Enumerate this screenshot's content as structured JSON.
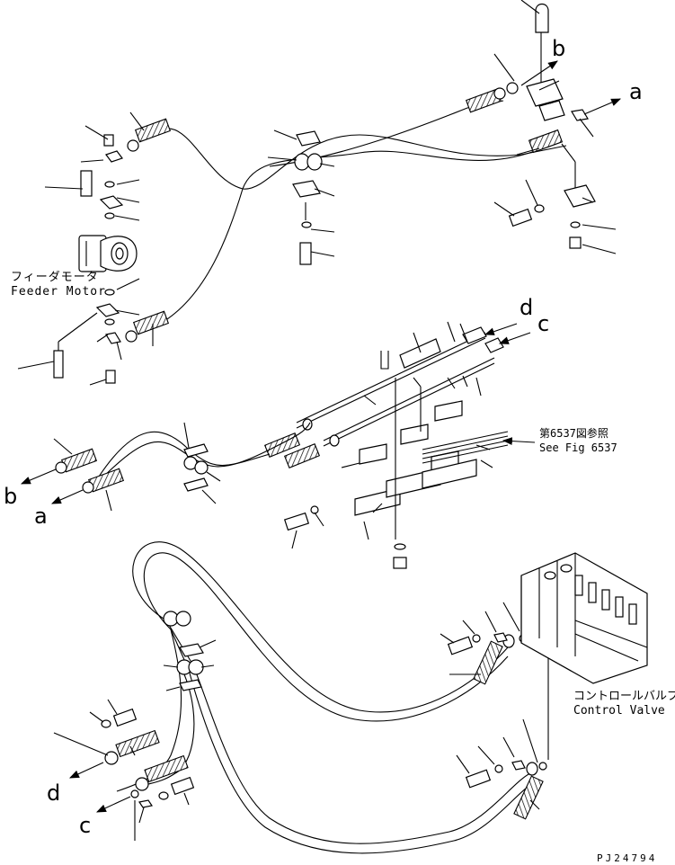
{
  "labels": {
    "feeder_motor_jp": "フィーダモータ",
    "feeder_motor_en": "Feeder Motor",
    "see_fig_jp": "第6537図参照",
    "see_fig_en": "See Fig 6537",
    "control_valve_jp": "コントロールバルブ",
    "control_valve_en": "Control Valve",
    "drawing_no": "PJ24794"
  },
  "connection_markers": {
    "a_top": "a",
    "b_top": "b",
    "d_mid": "d",
    "c_mid": "c",
    "b_left": "b",
    "a_left": "a",
    "d_bottom": "d",
    "c_bottom": "c"
  }
}
